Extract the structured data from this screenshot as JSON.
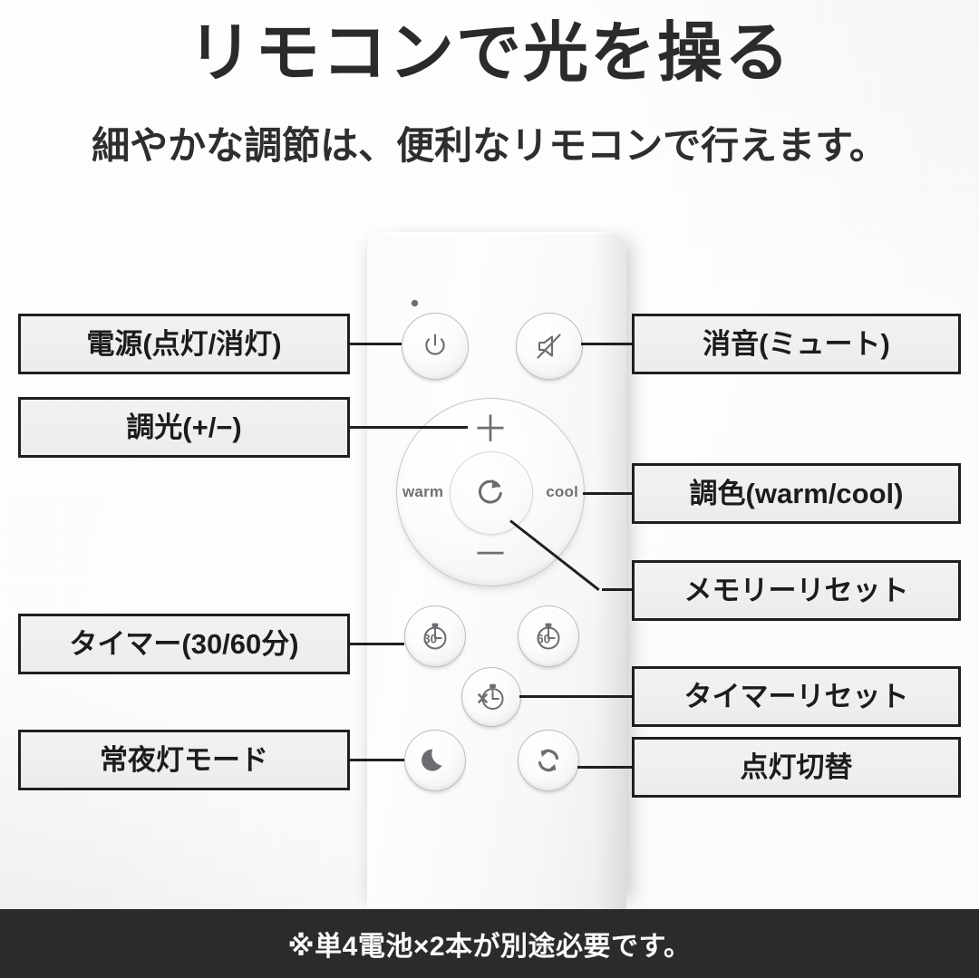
{
  "header": {
    "title": "リモコンで光を操る",
    "subtitle": "細やかな調節は、便利なリモコンで行えます。"
  },
  "remote": {
    "dial": {
      "plus": "＋",
      "minus": "－",
      "warm": "warm",
      "cool": "cool",
      "center_icon": "reset-circular-arrow-icon"
    },
    "buttons": [
      {
        "id": "power",
        "icon": "power-icon",
        "label_text": ""
      },
      {
        "id": "mute",
        "icon": "mute-speaker-icon",
        "label_text": ""
      },
      {
        "id": "timer30",
        "icon": "stopwatch-icon",
        "label_text": "30"
      },
      {
        "id": "timer60",
        "icon": "stopwatch-icon",
        "label_text": "60"
      },
      {
        "id": "timer-reset",
        "icon": "stopwatch-cancel-icon",
        "label_text": "×"
      },
      {
        "id": "night-light",
        "icon": "moon-icon",
        "label_text": ""
      },
      {
        "id": "light-toggle",
        "icon": "double-arrow-cycle-icon",
        "label_text": ""
      }
    ]
  },
  "callouts": {
    "power": "電源(点灯/消灯)",
    "dimming": "調光(+/−)",
    "timer": "タイマー(30/60分)",
    "night_mode": "常夜灯モード",
    "mute": "消音(ミュート)",
    "color_temp": "調色(warm/cool)",
    "memory_reset": "メモリーリセット",
    "timer_reset": "タイマーリセット",
    "light_switch": "点灯切替"
  },
  "banner": {
    "note": "※単4電池×2本が別途必要です。"
  },
  "colors": {
    "background": "#f3f3f3",
    "outline": "#1f1f1f",
    "banner_bg": "#2b2b2b",
    "banner_text": "#fafafa",
    "icon_gray": "#6b6d70",
    "remote_body": "#fbfbfb"
  }
}
